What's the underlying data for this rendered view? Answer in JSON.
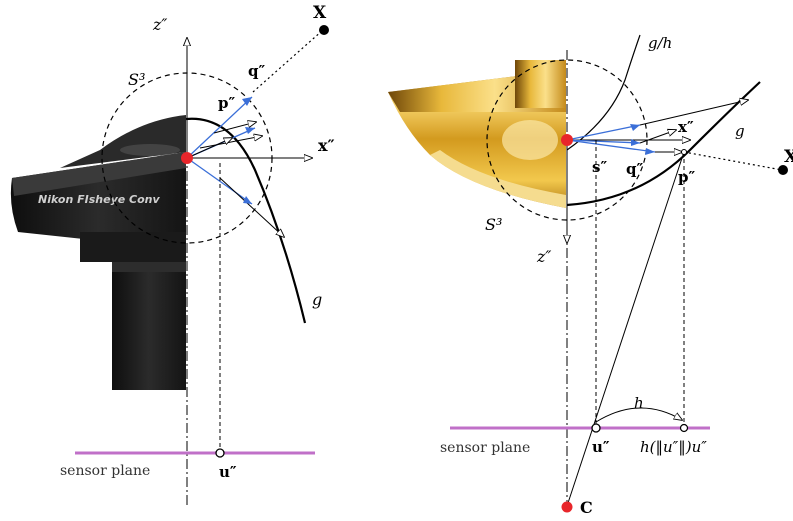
{
  "left_panel": {
    "axis_z": "z″",
    "axis_x": "x″",
    "sphere": "S³",
    "point_X": "X",
    "point_q": "q″",
    "point_p": "p″",
    "curve": "g",
    "sensor_plane": "sensor plane",
    "point_u": "u″",
    "lens_text": "Nikon  FIsheye  Conv"
  },
  "right_panel": {
    "curve_gh": "g/h",
    "axis_x": "x″",
    "curve": "g",
    "point_X": "X",
    "point_s": "s″",
    "point_q": "q″",
    "point_p": "p″",
    "sphere": "S³",
    "axis_z": "z″",
    "mapping": "h",
    "sensor_plane": "sensor plane",
    "point_u": "u″",
    "mapped_point": "h(‖u″‖)u″",
    "point_C": "C"
  },
  "colors": {
    "center_dot": "#e8262b",
    "rays": "#3b6fd8",
    "sensor_plane": "#c070c8",
    "curve": "#000000",
    "lens_dark": "#1c1c1c",
    "mirror_gold": "#d9a425"
  }
}
